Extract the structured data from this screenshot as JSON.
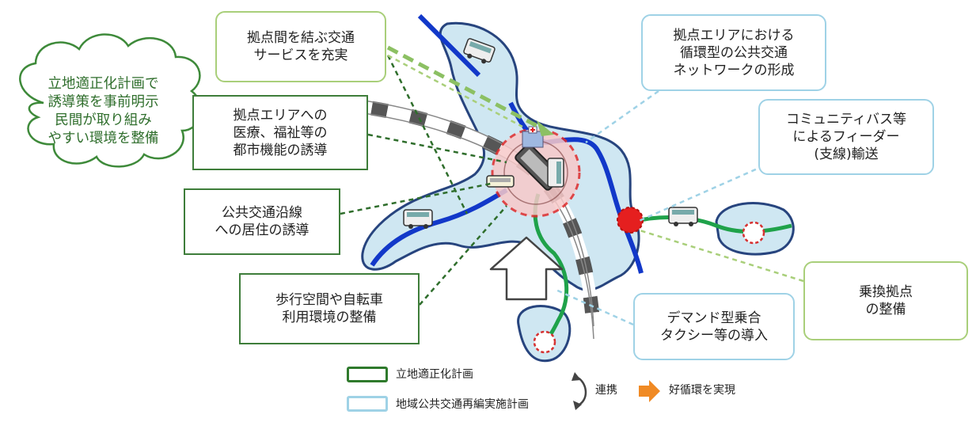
{
  "cloud": {
    "text": "立地適正化計画で\n誘導策を事前明示\n民間が取り組み\nやすい環境を整備"
  },
  "boxes": {
    "inter_hub_transport": "拠点間を結ぶ交通\nサービスを充実",
    "hub_urban_functions": "拠点エリアへの\n医療、福祉等の\n都市機能の誘導",
    "residence_along_transit": "公共交通沿線\nへの居住の誘導",
    "walk_bike": "歩行空間や自転車\n利用環境の整備",
    "circular_network": "拠点エリアにおける\n循環型の公共交通\nネットワークの形成",
    "community_bus": "コミュニティバス等\nによるフィーダー\n(支線)輸送",
    "transfer_hub": "乗換拠点\nの整備",
    "demand_taxi": "デマンド型乗合\nタクシー等の導入"
  },
  "legend": {
    "location_plan": "立地適正化計画",
    "transport_plan": "地域公共交通再編実施計画",
    "cooperation": "連携",
    "virtuous_cycle": "好循環を実現"
  },
  "colors": {
    "location_plan": "#2f7a2c",
    "location_plan_light": "#a9cf7a",
    "transport_plan": "#9fd2e6",
    "area_fill": "#cfe7f2",
    "area_border": "#27447e",
    "rail": "#1238c9",
    "bus_line": "#1fa24a",
    "arrow_orange": "#f08a24",
    "transfer_hub": "#e51f1f"
  }
}
